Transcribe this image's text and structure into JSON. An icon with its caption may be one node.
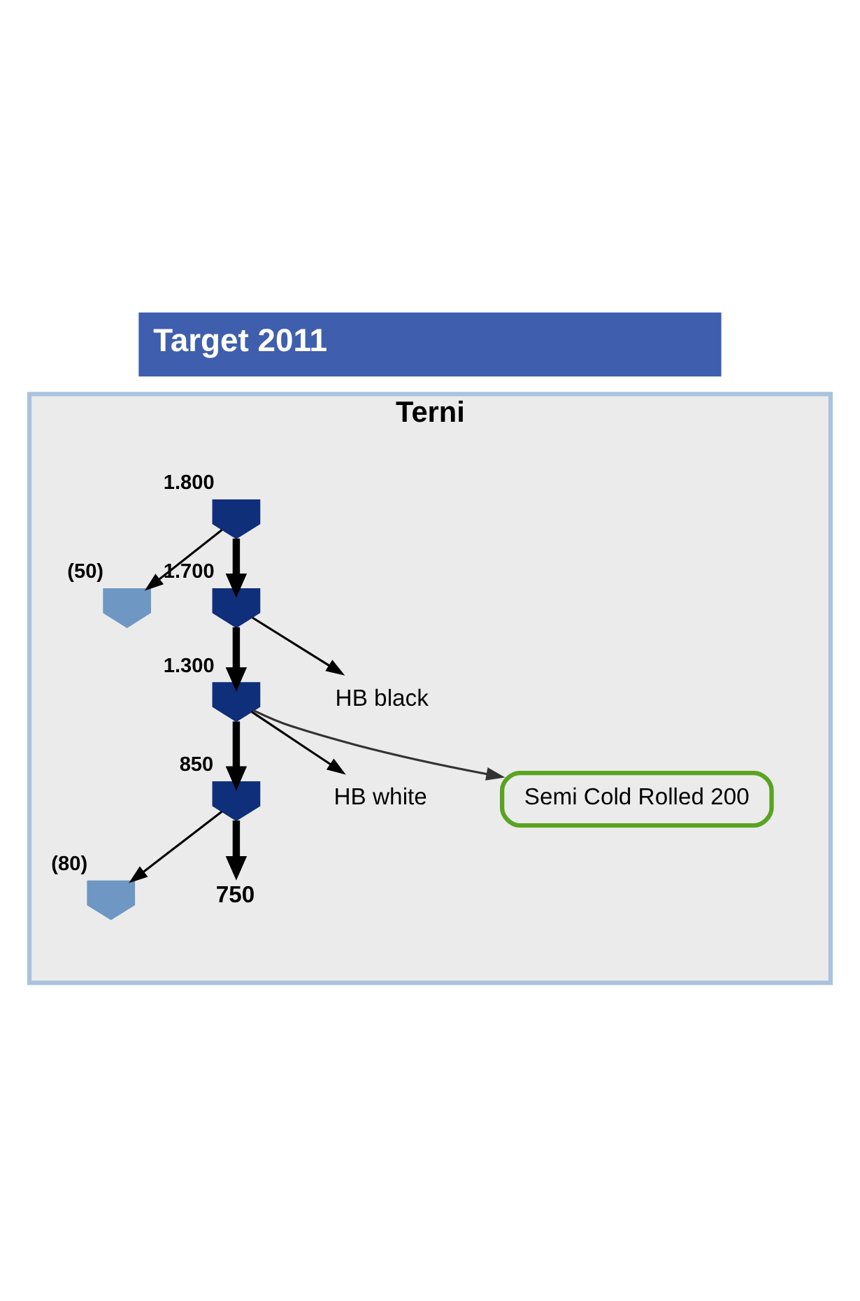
{
  "diagram": {
    "title": "Target 2011",
    "nodes": [
      {
        "text": [
          "Terni"
        ]
      },
      {
        "text": [],
        "shape": "pentagon",
        "in": 0,
        "beside": [
          "1.800"
        ]
      },
      {
        "text": [],
        "shape": "pentagon",
        "in": 0,
        "beside": [
          "(50)"
        ]
      },
      {
        "text": [],
        "shape": "pentagon",
        "in": 0,
        "beside": [
          "1.700"
        ]
      },
      {
        "text": [
          "HB black"
        ],
        "in": 0
      },
      {
        "text": [],
        "shape": "pentagon",
        "in": 0,
        "beside": [
          "1.300"
        ]
      },
      {
        "text": [
          "HB white"
        ],
        "in": 0
      },
      {
        "text": [
          "Semi Cold Rolled 200"
        ],
        "in": 0
      },
      {
        "text": [],
        "shape": "pentagon",
        "in": 0,
        "beside": [
          "850"
        ]
      },
      {
        "text": [],
        "shape": "pentagon",
        "in": 0,
        "beside": [
          "(80)"
        ]
      },
      {
        "text": [
          "750"
        ],
        "in": 0
      }
    ],
    "edges": [
      {
        "from": 1,
        "to": 2,
        "arrow": "to"
      },
      {
        "from": 1,
        "to": 3,
        "arrow": "to",
        "style": "thick"
      },
      {
        "from": 3,
        "to": 4,
        "arrow": "to"
      },
      {
        "from": 3,
        "to": 5,
        "arrow": "to",
        "style": "thick"
      },
      {
        "from": 5,
        "to": 6,
        "arrow": "to"
      },
      {
        "from": 5,
        "to": 7,
        "arrow": "to",
        "color": "#333333"
      },
      {
        "from": 5,
        "to": 8,
        "arrow": "to",
        "style": "thick"
      },
      {
        "from": 8,
        "to": 9,
        "arrow": "to"
      },
      {
        "from": 8,
        "to": 10,
        "arrow": "to",
        "style": "thick"
      }
    ]
  }
}
